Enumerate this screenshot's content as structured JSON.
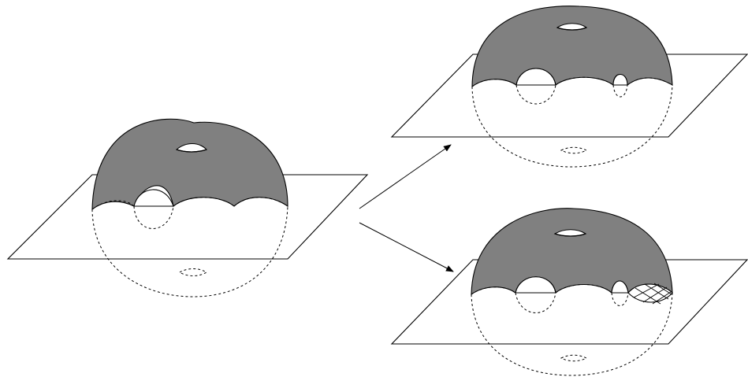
{
  "figure": {
    "panels": [
      {
        "id": "left",
        "handles": 1,
        "boundary_bumps": 1
      },
      {
        "id": "top-right",
        "handles": 1,
        "boundary_bumps": 2
      },
      {
        "id": "bottom-right",
        "handles": 1,
        "boundary_bumps": 2,
        "cross_hatched_region": true
      }
    ],
    "colors": {
      "surface": "#808080",
      "background": "#ffffff",
      "stroke": "#000000"
    }
  }
}
